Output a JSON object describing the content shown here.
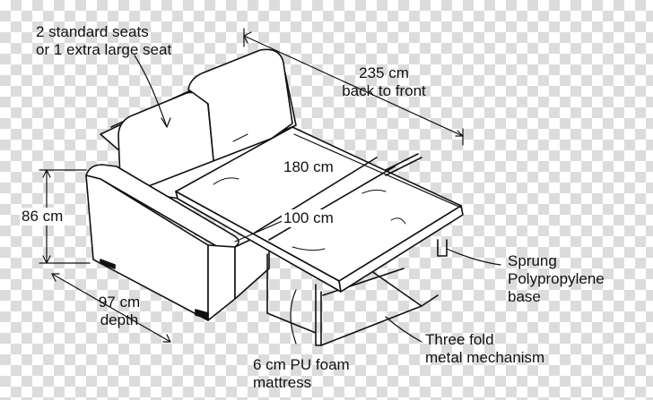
{
  "labels": {
    "seats_line1": "2 standard seats",
    "seats_line2": "or 1 extra large seat",
    "length_value": "235 cm",
    "length_caption": "back to front",
    "bed_length": "180 cm",
    "bed_width": "100 cm",
    "height": "86 cm",
    "depth_value": "97 cm",
    "depth_caption": "depth",
    "base_line1": "Sprung",
    "base_line2": "Polypropylene",
    "base_line3": "base",
    "mechanism_line1": "Three fold",
    "mechanism_line2": "metal mechanism",
    "mattress_line1": "6 cm PU foam",
    "mattress_line2": "mattress"
  },
  "colors": {
    "line": "#111111",
    "fill": "#ffffff",
    "checker": "#dcdcdc"
  }
}
